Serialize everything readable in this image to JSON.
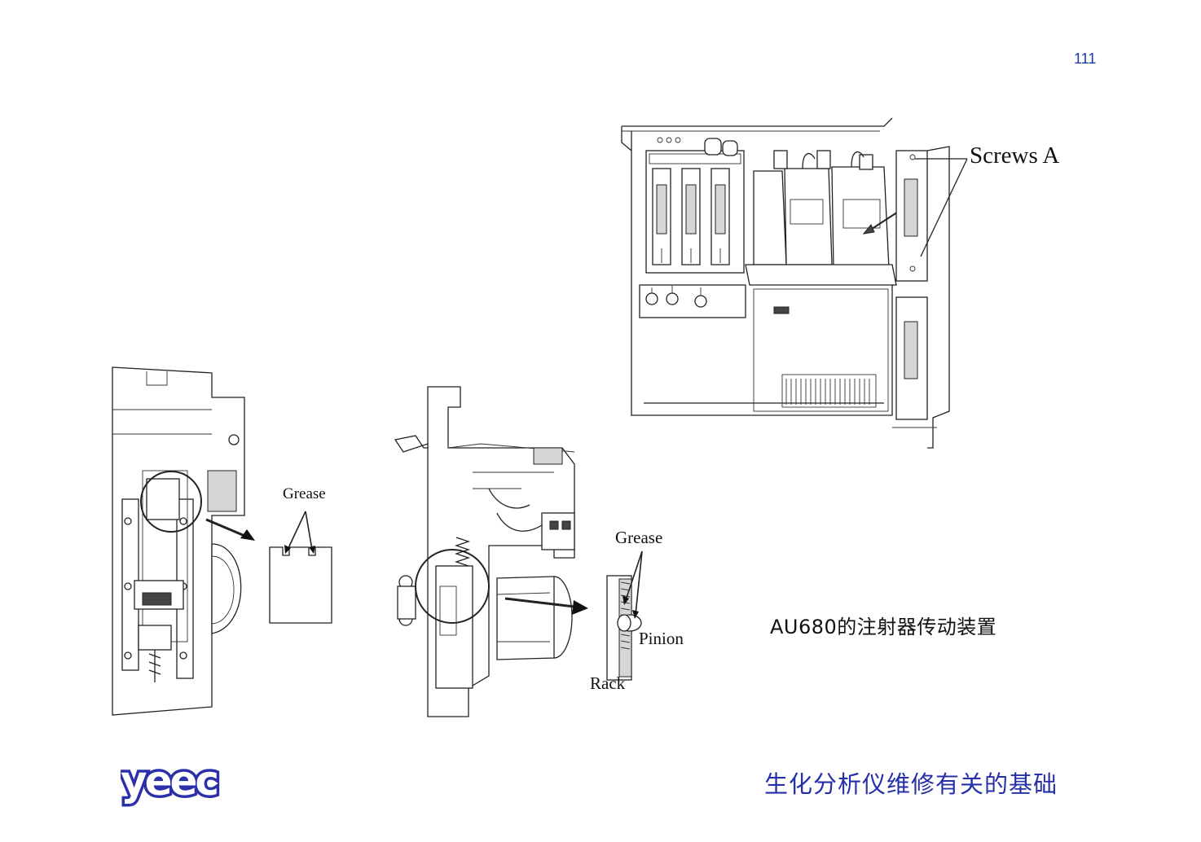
{
  "page": {
    "number": "111"
  },
  "labels": {
    "screws_a": "Screws A",
    "grease_left": "Grease",
    "grease_right": "Grease",
    "pinion": "Pinion",
    "rack": "Rack"
  },
  "caption": "AU680的注射器传动装置",
  "footer": {
    "title": "生化分析仪维修有关的基础",
    "logo_text": "yeec",
    "logo_color": "#2b2fa8"
  }
}
